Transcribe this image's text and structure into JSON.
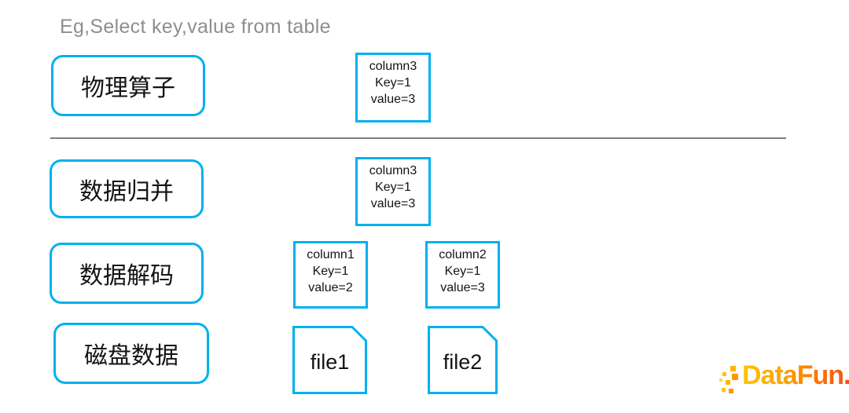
{
  "title": "Eg,Select key,value from table",
  "rows": [
    {
      "stage": "物理算子",
      "boxes": [
        {
          "name": "column3",
          "key": "Key=1",
          "value": "value=3"
        }
      ]
    },
    {
      "stage": "数据归并",
      "boxes": [
        {
          "name": "column3",
          "key": "Key=1",
          "value": "value=3"
        }
      ]
    },
    {
      "stage": "数据解码",
      "boxes": [
        {
          "name": "column1",
          "key": "Key=1",
          "value": "value=2"
        },
        {
          "name": "column2",
          "key": "Key=1",
          "value": "value=3"
        }
      ]
    },
    {
      "stage": "磁盘数据",
      "files": [
        {
          "label": "file1"
        },
        {
          "label": "file2"
        }
      ]
    }
  ],
  "logo": {
    "text": "DataFun."
  },
  "colors": {
    "accent": "#00B0F0",
    "title_text": "#8E8E8E",
    "divider": "#7F7F7F",
    "logo_yellow": "#FFC400",
    "logo_red": "#F4511E"
  }
}
